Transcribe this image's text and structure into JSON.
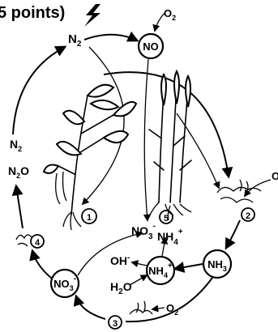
{
  "header": {
    "points_text": "5 points)"
  },
  "nodes": {
    "n2_top": {
      "base": "N",
      "sub": "2"
    },
    "no": {
      "text": "NO"
    },
    "o2_top": {
      "base": "O",
      "sub": "2"
    },
    "n2_left": {
      "base": "N",
      "sub": "2"
    },
    "n2o": {
      "base": "N",
      "sub": "2",
      "tail": "O"
    },
    "no3_mid": {
      "base": "NO",
      "sub": "3",
      "sup": "-"
    },
    "nh4_mid": {
      "base": "NH",
      "sub": "4",
      "sup": "+"
    },
    "nh3": {
      "base": "NH",
      "sub": "3"
    },
    "nh4_circle": {
      "base": "NH",
      "sub": "4",
      "sup": "+"
    },
    "oh": {
      "base": "OH",
      "sup": "-"
    },
    "h2o": {
      "base": "H",
      "sub": "2",
      "tail": "O"
    },
    "no3_circle": {
      "base": "NO",
      "sub": "3",
      "sup": "-"
    },
    "o2_bottom": {
      "base": "O",
      "sub": "2"
    },
    "o_right": {
      "text": "O"
    }
  },
  "step_numbers": [
    "1",
    "2",
    "3",
    "4",
    "5"
  ],
  "icons": {
    "lightning": "lightning-bolt-icon",
    "legume": "legume-plant-icon",
    "grass": "grass-plant-icon"
  }
}
